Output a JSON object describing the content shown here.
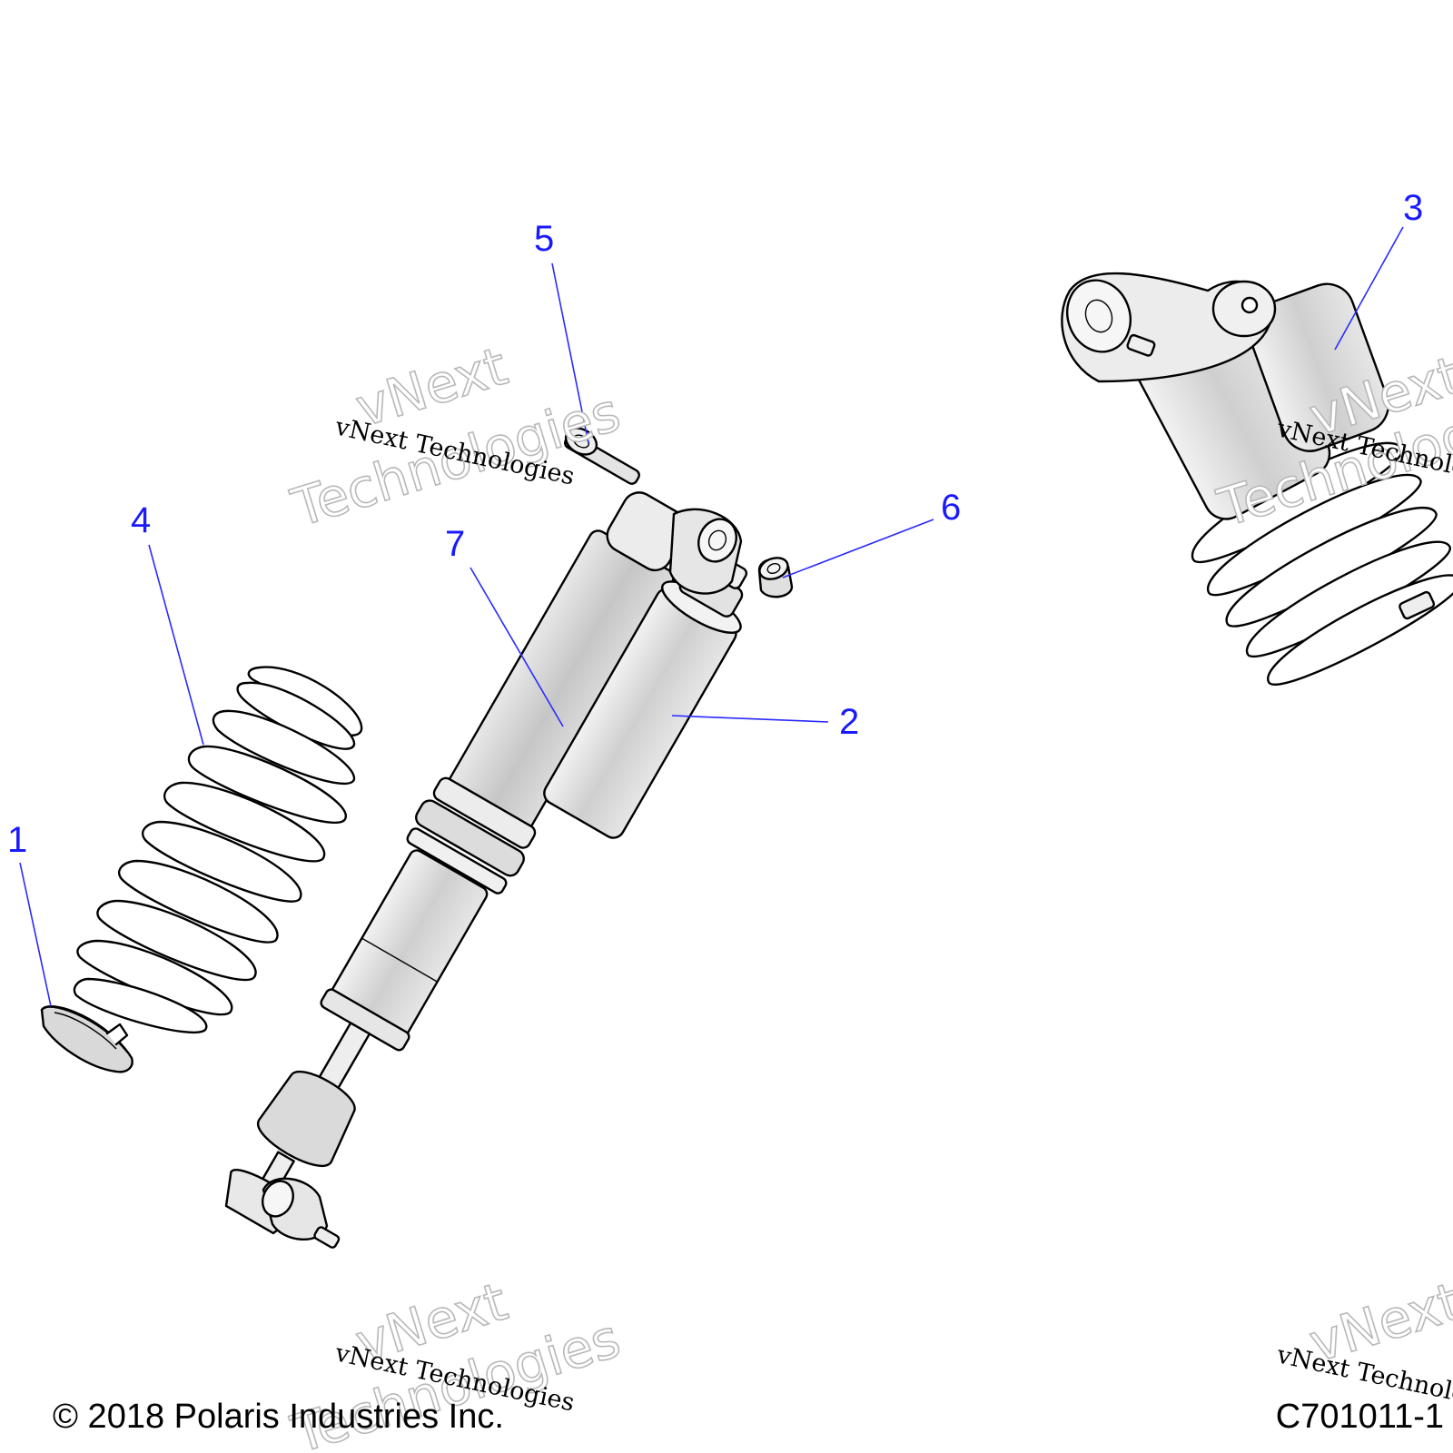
{
  "callouts": [
    {
      "id": "1",
      "label": "1"
    },
    {
      "id": "2",
      "label": "2"
    },
    {
      "id": "3",
      "label": "3"
    },
    {
      "id": "4",
      "label": "4"
    },
    {
      "id": "5",
      "label": "5"
    },
    {
      "id": "6",
      "label": "6"
    },
    {
      "id": "7",
      "label": "7"
    }
  ],
  "watermark": {
    "line_serif": "vNext Technologies",
    "outline_top": "vNext",
    "outline_bottom": "Technologies"
  },
  "footer": {
    "copyright": "© 2018 Polaris Industries Inc.",
    "drawing_id": "C701011-1"
  },
  "colors": {
    "callout": "#1a1aff",
    "part_fill": "#d9d9d9",
    "part_highlight": "#f5f5f5",
    "outline": "#000000"
  }
}
